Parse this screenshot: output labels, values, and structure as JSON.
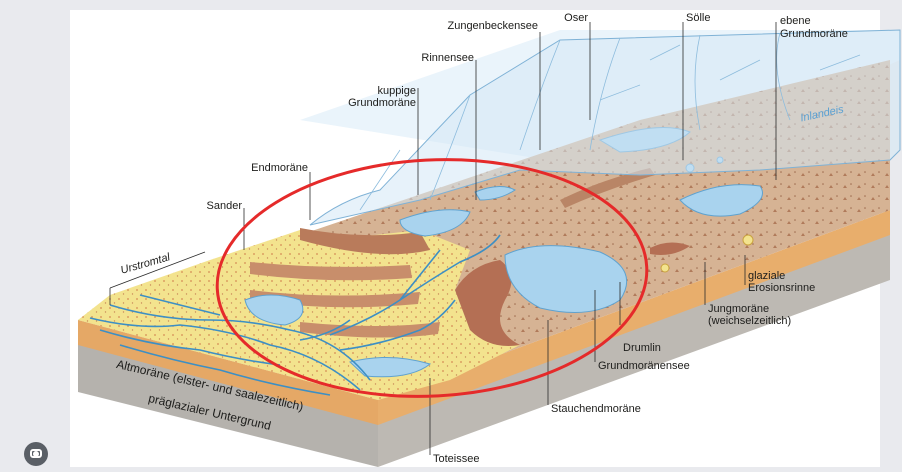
{
  "labels": {
    "zungenbeckensee": "Zungenbeckensee",
    "oser": "Oser",
    "soelle": "Sölle",
    "ebene_1": "ebene",
    "ebene_2": "Grundmoräne",
    "rinnensee": "Rinnensee",
    "kuppige_1": "kuppige",
    "kuppige_2": "Grundmoräne",
    "inlandeis": "Inlandeis",
    "endmoraene": "Endmoräne",
    "sander": "Sander",
    "urstromtal": "Urstromtal",
    "glaziale_1": "glaziale",
    "glaziale_2": "Erosionsrinne",
    "jung_1": "Jungmoräne",
    "jung_2": "(weichselzeitlich)",
    "drumlin": "Drumlin",
    "grundmoraenensee": "Grundmoränensee",
    "altmoraene": "Altmoräne (elster- und saalezeitlich)",
    "praeglazial": "präglazialer Untergrund",
    "stauchendmoraene": "Stauchendmoräne",
    "toteissee": "Toteissee"
  },
  "colors": {
    "ice": "#cfe4f2",
    "ground_moraine": "#d8b596",
    "sander": "#f6e79a",
    "water": "#a9d3ee",
    "highlight": "#e52a2a"
  },
  "icons": {
    "lens": "camera-lens-icon"
  }
}
